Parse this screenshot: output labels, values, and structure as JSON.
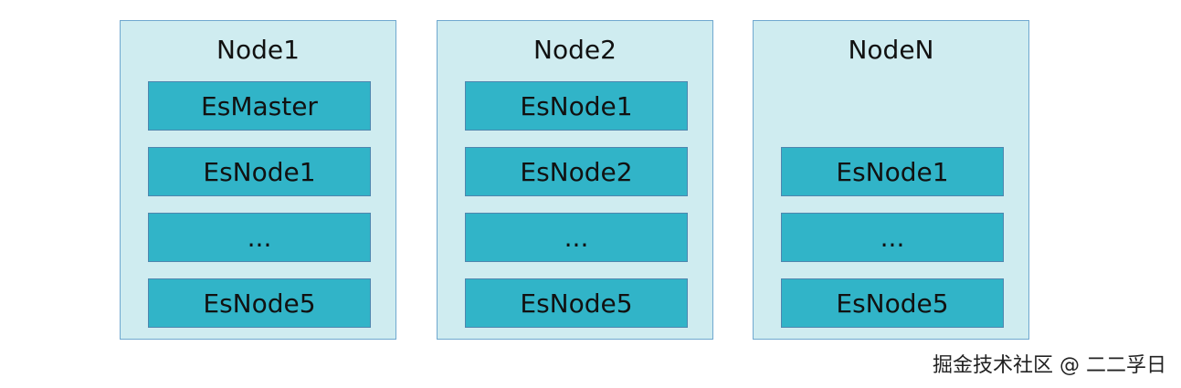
{
  "nodes": [
    {
      "title": "Node1",
      "items": [
        "EsMaster",
        "EsNode1",
        "...",
        "EsNode5"
      ]
    },
    {
      "title": "Node2",
      "items": [
        "EsNode1",
        "EsNode2",
        "...",
        "EsNode5"
      ]
    },
    {
      "title": "NodeN",
      "items": [
        "EsNode1",
        "...",
        "EsNode5"
      ]
    }
  ],
  "watermark": "掘金技术社区 @ 二二孚日",
  "colors": {
    "node_background": "#cfecf0",
    "node_border": "#6fa8cf",
    "item_background": "#31b4c8",
    "item_border": "#4e86ae"
  }
}
